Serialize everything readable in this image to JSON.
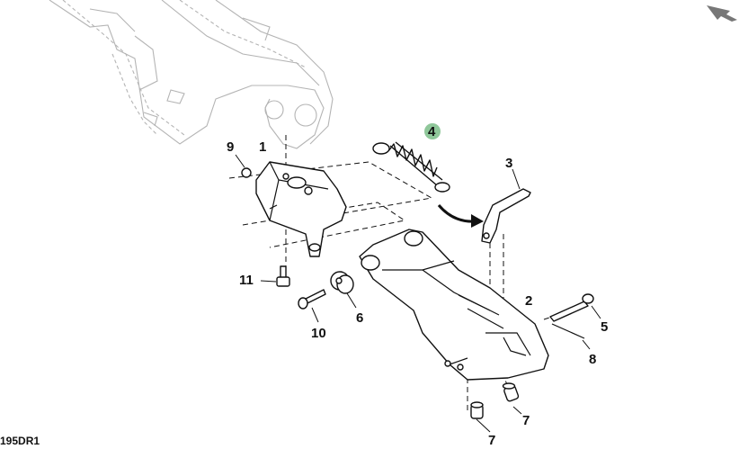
{
  "diagram": {
    "callouts": {
      "c1": "1",
      "c2": "2",
      "c3": "3",
      "c4": "4",
      "c5": "5",
      "c6": "6",
      "c7a": "7",
      "c7b": "7",
      "c8": "8",
      "c9": "9",
      "c10": "10",
      "c11": "11"
    },
    "highlight_color": "#8fc79a",
    "reference_code": "195DR1"
  },
  "nav": {
    "icon": "back-arrow-icon"
  }
}
